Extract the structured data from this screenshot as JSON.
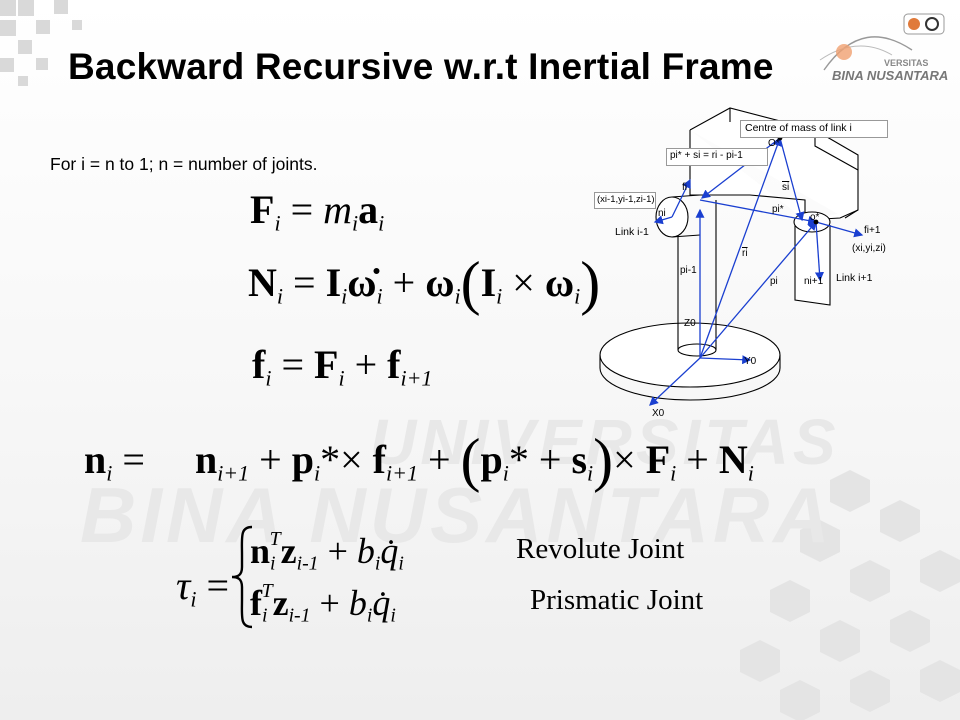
{
  "slide": {
    "title": "Backward Recursive w.r.t Inertial Frame",
    "intro": "For i = n to 1; n = number of joints."
  },
  "logo": {
    "line1": "VERSITAS",
    "line2": "BINA NUSANTARA",
    "watermark1": "UNIVERSITAS",
    "watermark2": "BINA NUSANTARA"
  },
  "equations": {
    "force": {
      "lhs": "F",
      "sub_i": "i",
      "eq": "=",
      "m": "m",
      "a": "a"
    },
    "moment": {
      "lhs": "N",
      "I": "I",
      "omega_dot": "ω̇",
      "plus": "+",
      "omega": "ω",
      "open": "(",
      "cross": "×",
      "close": ")"
    },
    "f_recursion": {
      "lhs": "f",
      "F": "F",
      "f_next": "f",
      "sub_next": "i+1"
    },
    "n_recursion": {
      "lhs": "n",
      "p": "p",
      "star": "*",
      "s": "s",
      "F": "F",
      "N": "N"
    },
    "torque": {
      "tau": "τ",
      "row1_expr": "n",
      "row2_expr": "f",
      "T": "T",
      "z": "z",
      "sub_prev": "i-1",
      "b": "b",
      "qdot": "q̇",
      "label_revolute": "Revolute Joint",
      "label_prismatic": "Prismatic Joint"
    }
  },
  "diagram": {
    "label_com": "Centre of mass of link i",
    "label_eq": "pi* + si = ri - pi-1",
    "label_prev_frame": "(xi-1,yi-1,zi-1)",
    "label_frame": "(xi,yi,zi)",
    "label_link_prev": "Link i-1",
    "label_link_next": "Link i+1",
    "O_star": "O*",
    "o_star": "o*",
    "fi": "fi",
    "fi1": "fi+1",
    "ni": "ni",
    "ni1": "ni+1",
    "si": "si",
    "pi_star": "pi*",
    "ri": "ri",
    "pi": "pi",
    "pi_1": "pi-1",
    "z0": "Z0",
    "y0": "Y0",
    "x0": "X0"
  }
}
